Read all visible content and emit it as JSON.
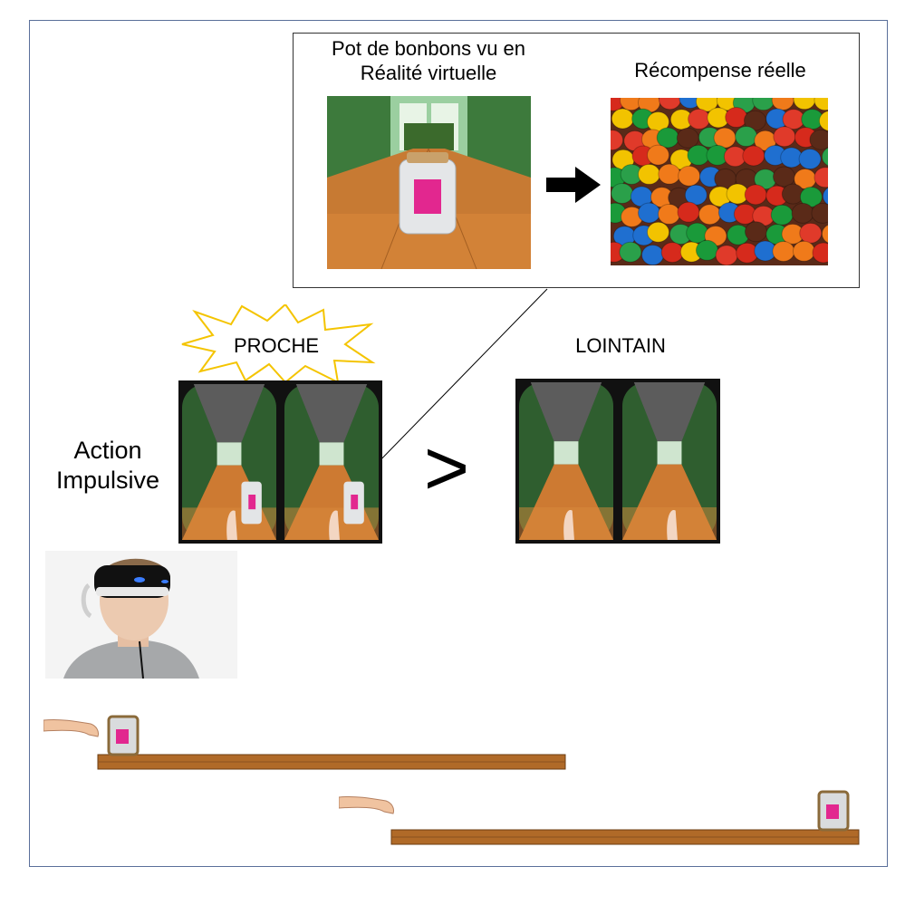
{
  "inset": {
    "vr_label": "Pot de bonbons vu en Réalité virtuelle",
    "reward_label": "Récompense réelle"
  },
  "conditions": {
    "near_label": "PROCHE",
    "far_label": "LOINTAIN",
    "comparison": ">"
  },
  "action_label": "Action Impulsive",
  "colors": {
    "frame": "#5a6f9a",
    "burst": "#f4c400",
    "jar_label": "#e2278f",
    "table_wood": "#b06a28",
    "room_wall": "#3f7a3f"
  }
}
